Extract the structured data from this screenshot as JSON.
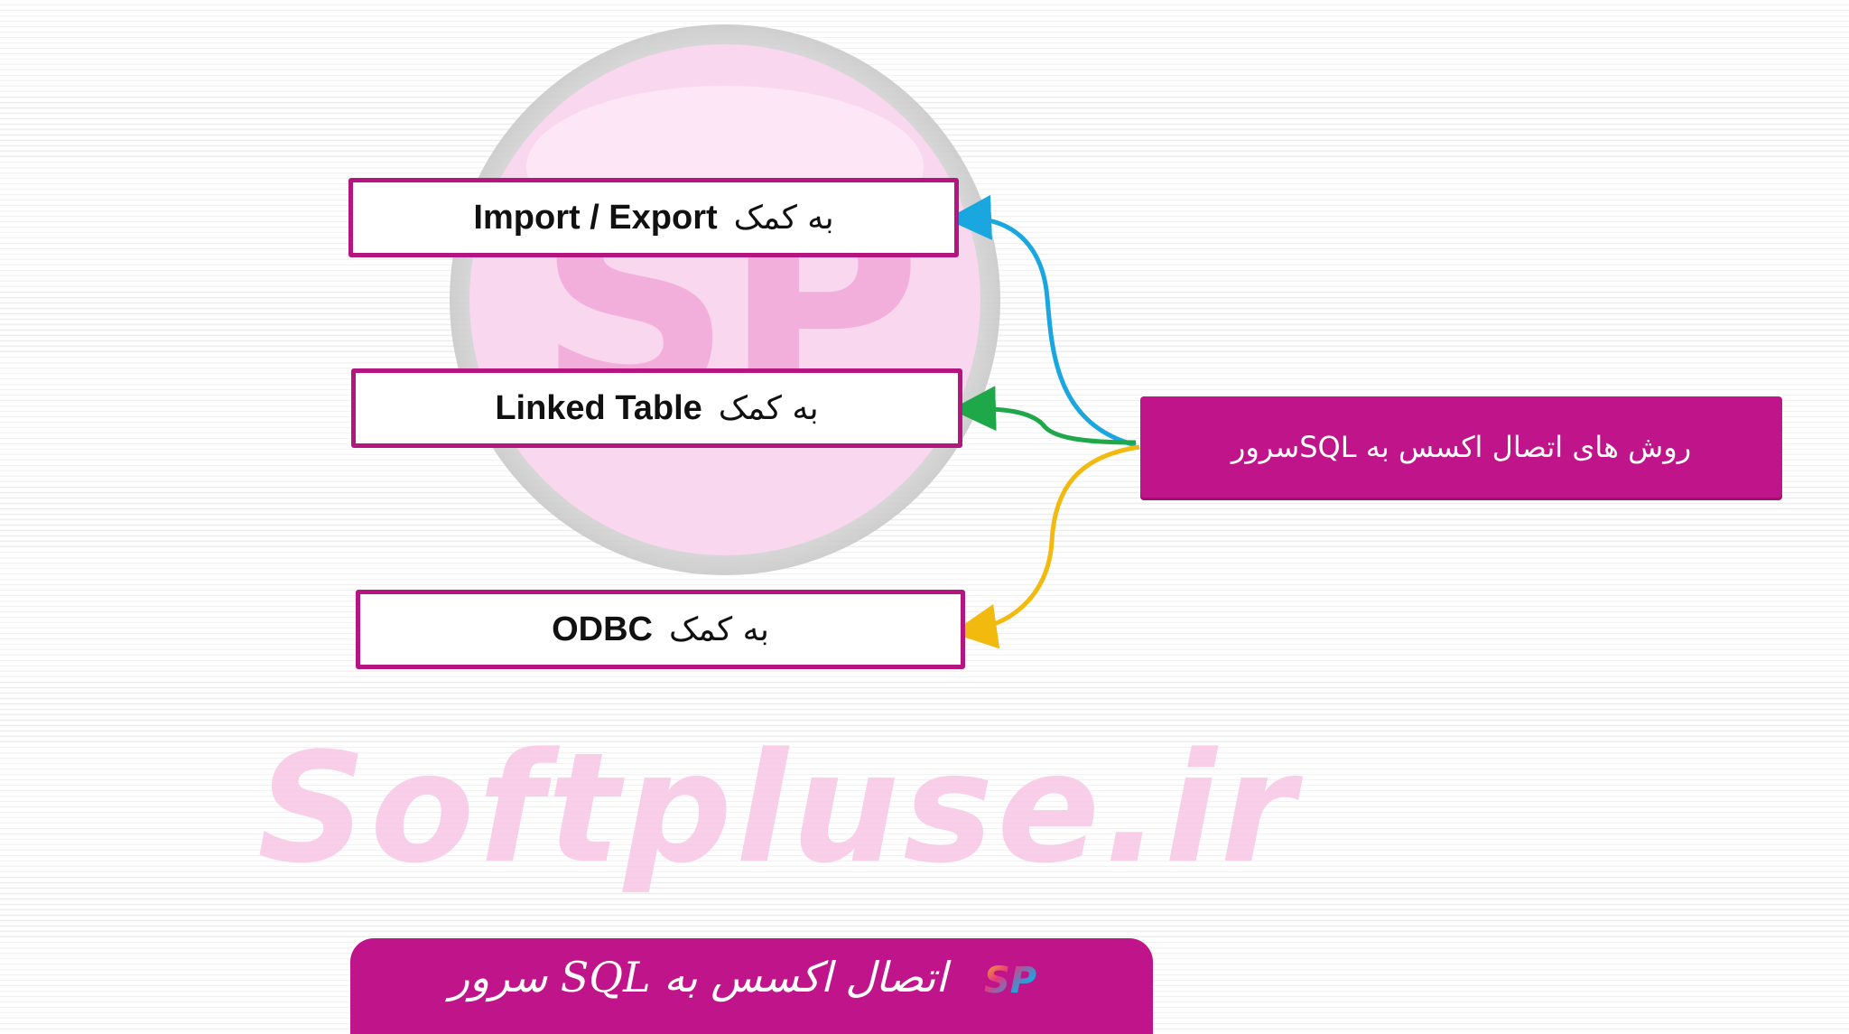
{
  "diagram": {
    "central_topic": "روش های اتصال اکسس به  SQLسرور",
    "methods": [
      {
        "prefix": "به کمک",
        "term": "Import / Export"
      },
      {
        "prefix": "به کمک",
        "term": "Linked Table"
      },
      {
        "prefix": "به کمک",
        "term": "ODBC"
      }
    ],
    "connector_colors": [
      "#1aa7e0",
      "#1fa84a",
      "#f2b90f"
    ]
  },
  "watermark": {
    "logo_text": "SP",
    "site_text": "Softpluse.ir"
  },
  "footer": {
    "title": "اتصال اکسس به SQL سرور",
    "logo_text": "SP"
  },
  "colors": {
    "accent": "#c0148a",
    "box_border": "#b5157f",
    "watermark_pink": "#f7c6e6"
  }
}
